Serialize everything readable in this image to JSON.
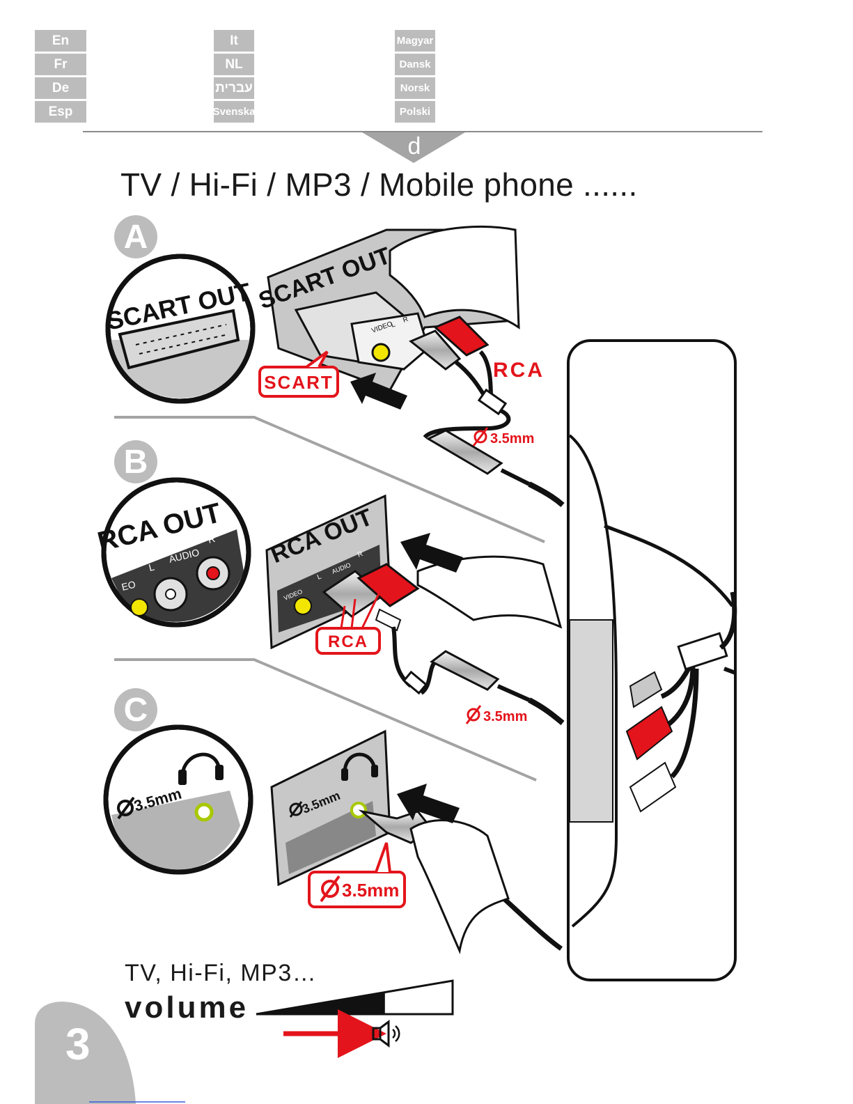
{
  "languages": {
    "col1": [
      "En",
      "Fr",
      "De",
      "Esp"
    ],
    "col2": [
      "It",
      "NL",
      "עברית",
      "Svenska"
    ],
    "col3": [
      "Magyar",
      "Dansk",
      "Norsk",
      "Polski"
    ]
  },
  "section_marker": "d",
  "title": "TV / Hi-Fi / MP3 / Mobile phone ......",
  "steps": {
    "a": {
      "letter": "A",
      "zoom_label": "SCART OUT",
      "panel_label": "SCART OUT",
      "adapter_labels": [
        "VIDEO",
        "L",
        "R"
      ],
      "callout_scart": "SCART",
      "callout_rca": "RCA",
      "jack_size": "3.5mm"
    },
    "b": {
      "letter": "B",
      "zoom_label": "RCA OUT",
      "zoom_small_labels": [
        "EO",
        "L",
        "AUDIO",
        "R"
      ],
      "panel_label": "RCA OUT",
      "panel_small_labels": [
        "VIDEO",
        "L",
        "AUDIO",
        "R"
      ],
      "callout_rca": "RCA",
      "jack_size": "3.5mm"
    },
    "c": {
      "letter": "C",
      "zoom_jack": "3.5mm",
      "panel_jack": "3.5mm",
      "callout_jack": "3.5mm"
    }
  },
  "bottom": {
    "devices_label": "TV, Hi-Fi, MP3…",
    "volume_label": "volume",
    "volume_level": 0.65
  },
  "page_number": "3",
  "colors": {
    "accent_red": "#e3141b",
    "tab_gray": "#bcbcbc",
    "panel_gray": "#c8c8c8",
    "rca_yellow": "#f2e600"
  }
}
